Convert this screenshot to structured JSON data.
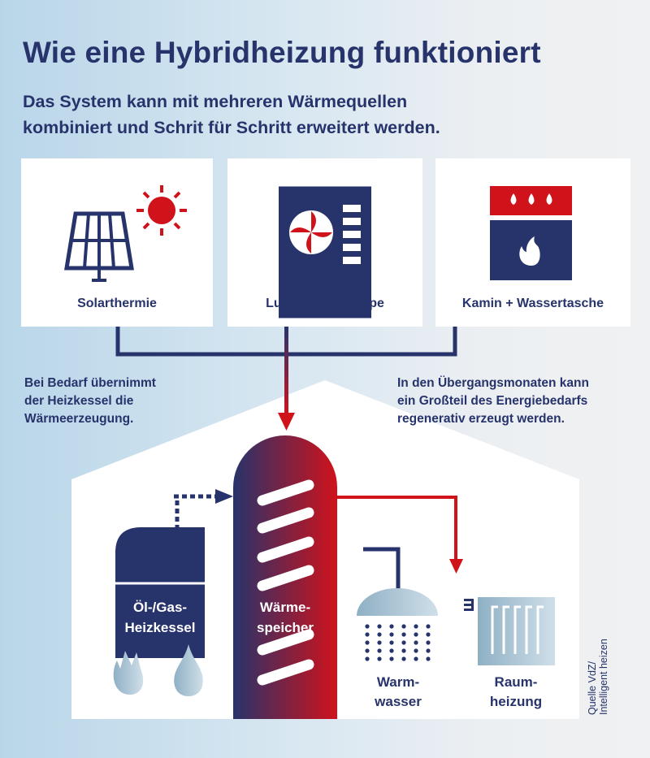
{
  "title": "Wie eine Hybridheizung funktioniert",
  "subtitle": [
    "Das System kann mit mehreren Wärmequellen",
    "kombiniert und Schrit für Schritt erweitert werden."
  ],
  "sources": [
    {
      "label": "Solarthermie",
      "icon": "solar-panel-sun-icon"
    },
    {
      "label": "Luft-/Wärmepumpe",
      "icon": "heat-pump-icon"
    },
    {
      "label": "Kamin + Wassertasche",
      "icon": "fireplace-icon"
    }
  ],
  "notes": {
    "left": [
      "Bei Bedarf übernimmt",
      "der Heizkessel die",
      "Wärmeerzeugung."
    ],
    "right": [
      "In den Übergangsmonaten kann",
      "ein Großteil des Energiebedarfs",
      "regenerativ erzeugt werden."
    ]
  },
  "components": {
    "boiler": [
      "Öl-/Gas-",
      "Heizkessel"
    ],
    "storage": [
      "Wärme-",
      "speicher"
    ],
    "hot_water": [
      "Warm-",
      "wasser"
    ],
    "heating": [
      "Raum-",
      "heizung"
    ]
  },
  "source_credit": [
    "Quelle VdZ/",
    "Intelligent heizen"
  ],
  "colors": {
    "navy": "#27336b",
    "red": "#d0121b",
    "light_blue": "#a9c7d8"
  }
}
